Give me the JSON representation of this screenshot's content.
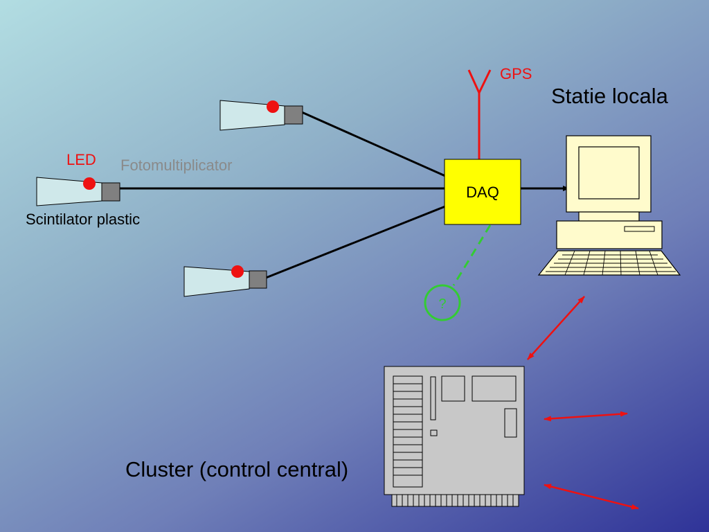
{
  "labels": {
    "gps": "GPS",
    "local_station": "Statie locala",
    "led": "LED",
    "photomultiplier": "Fotomultiplicator",
    "scintillator": "Scintilator plastic",
    "daq": "DAQ",
    "unknown": "?",
    "cluster": "Cluster (control central)"
  },
  "colors": {
    "red": "#ee1111",
    "daq_box": "#ffff00",
    "scintillator_fill": "#cfe8ea",
    "pmt_fill": "#808080",
    "computer_fill": "#fffbcc",
    "cluster_fill": "#c8c8c8",
    "link_unknown": "#33cc33",
    "label_gray": "#8a8a8a"
  },
  "icons": {
    "antenna": "antenna-icon",
    "computer": "computer-icon",
    "cluster": "server-board-icon"
  }
}
